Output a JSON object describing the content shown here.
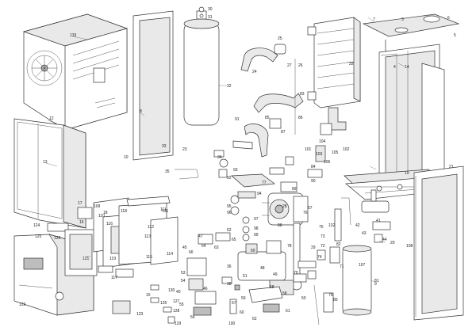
{
  "diagram": {
    "callouts": [
      "133",
      "12",
      "13",
      "3",
      "4",
      "5",
      "6",
      "7",
      "8",
      "9",
      "10",
      "14",
      "15",
      "16",
      "17",
      "18",
      "19",
      "20",
      "21",
      "22",
      "23",
      "24",
      "25",
      "26",
      "27",
      "28",
      "29",
      "30",
      "31",
      "32",
      "33",
      "34",
      "35",
      "36",
      "38",
      "40",
      "41",
      "42",
      "43",
      "44",
      "45",
      "46",
      "47",
      "48",
      "49",
      "50",
      "51",
      "52",
      "53",
      "54",
      "55",
      "56",
      "57",
      "58",
      "59",
      "60",
      "61",
      "62",
      "63",
      "64",
      "65",
      "66",
      "67",
      "68",
      "69",
      "70",
      "71",
      "72",
      "73",
      "74",
      "75",
      "76",
      "77",
      "78",
      "79",
      "80",
      "81",
      "82",
      "83",
      "84",
      "85",
      "86",
      "87",
      "88",
      "89",
      "90",
      "91",
      "92",
      "93",
      "94",
      "95",
      "96",
      "97",
      "98",
      "99",
      "100",
      "101",
      "102",
      "103",
      "104",
      "105",
      "106",
      "107",
      "108",
      "109",
      "110",
      "111",
      "112",
      "113",
      "114",
      "115",
      "116",
      "117",
      "118",
      "119",
      "120",
      "121",
      "122",
      "123",
      "124",
      "125",
      "126",
      "127",
      "128",
      "129",
      "130",
      "131",
      "132"
    ]
  }
}
